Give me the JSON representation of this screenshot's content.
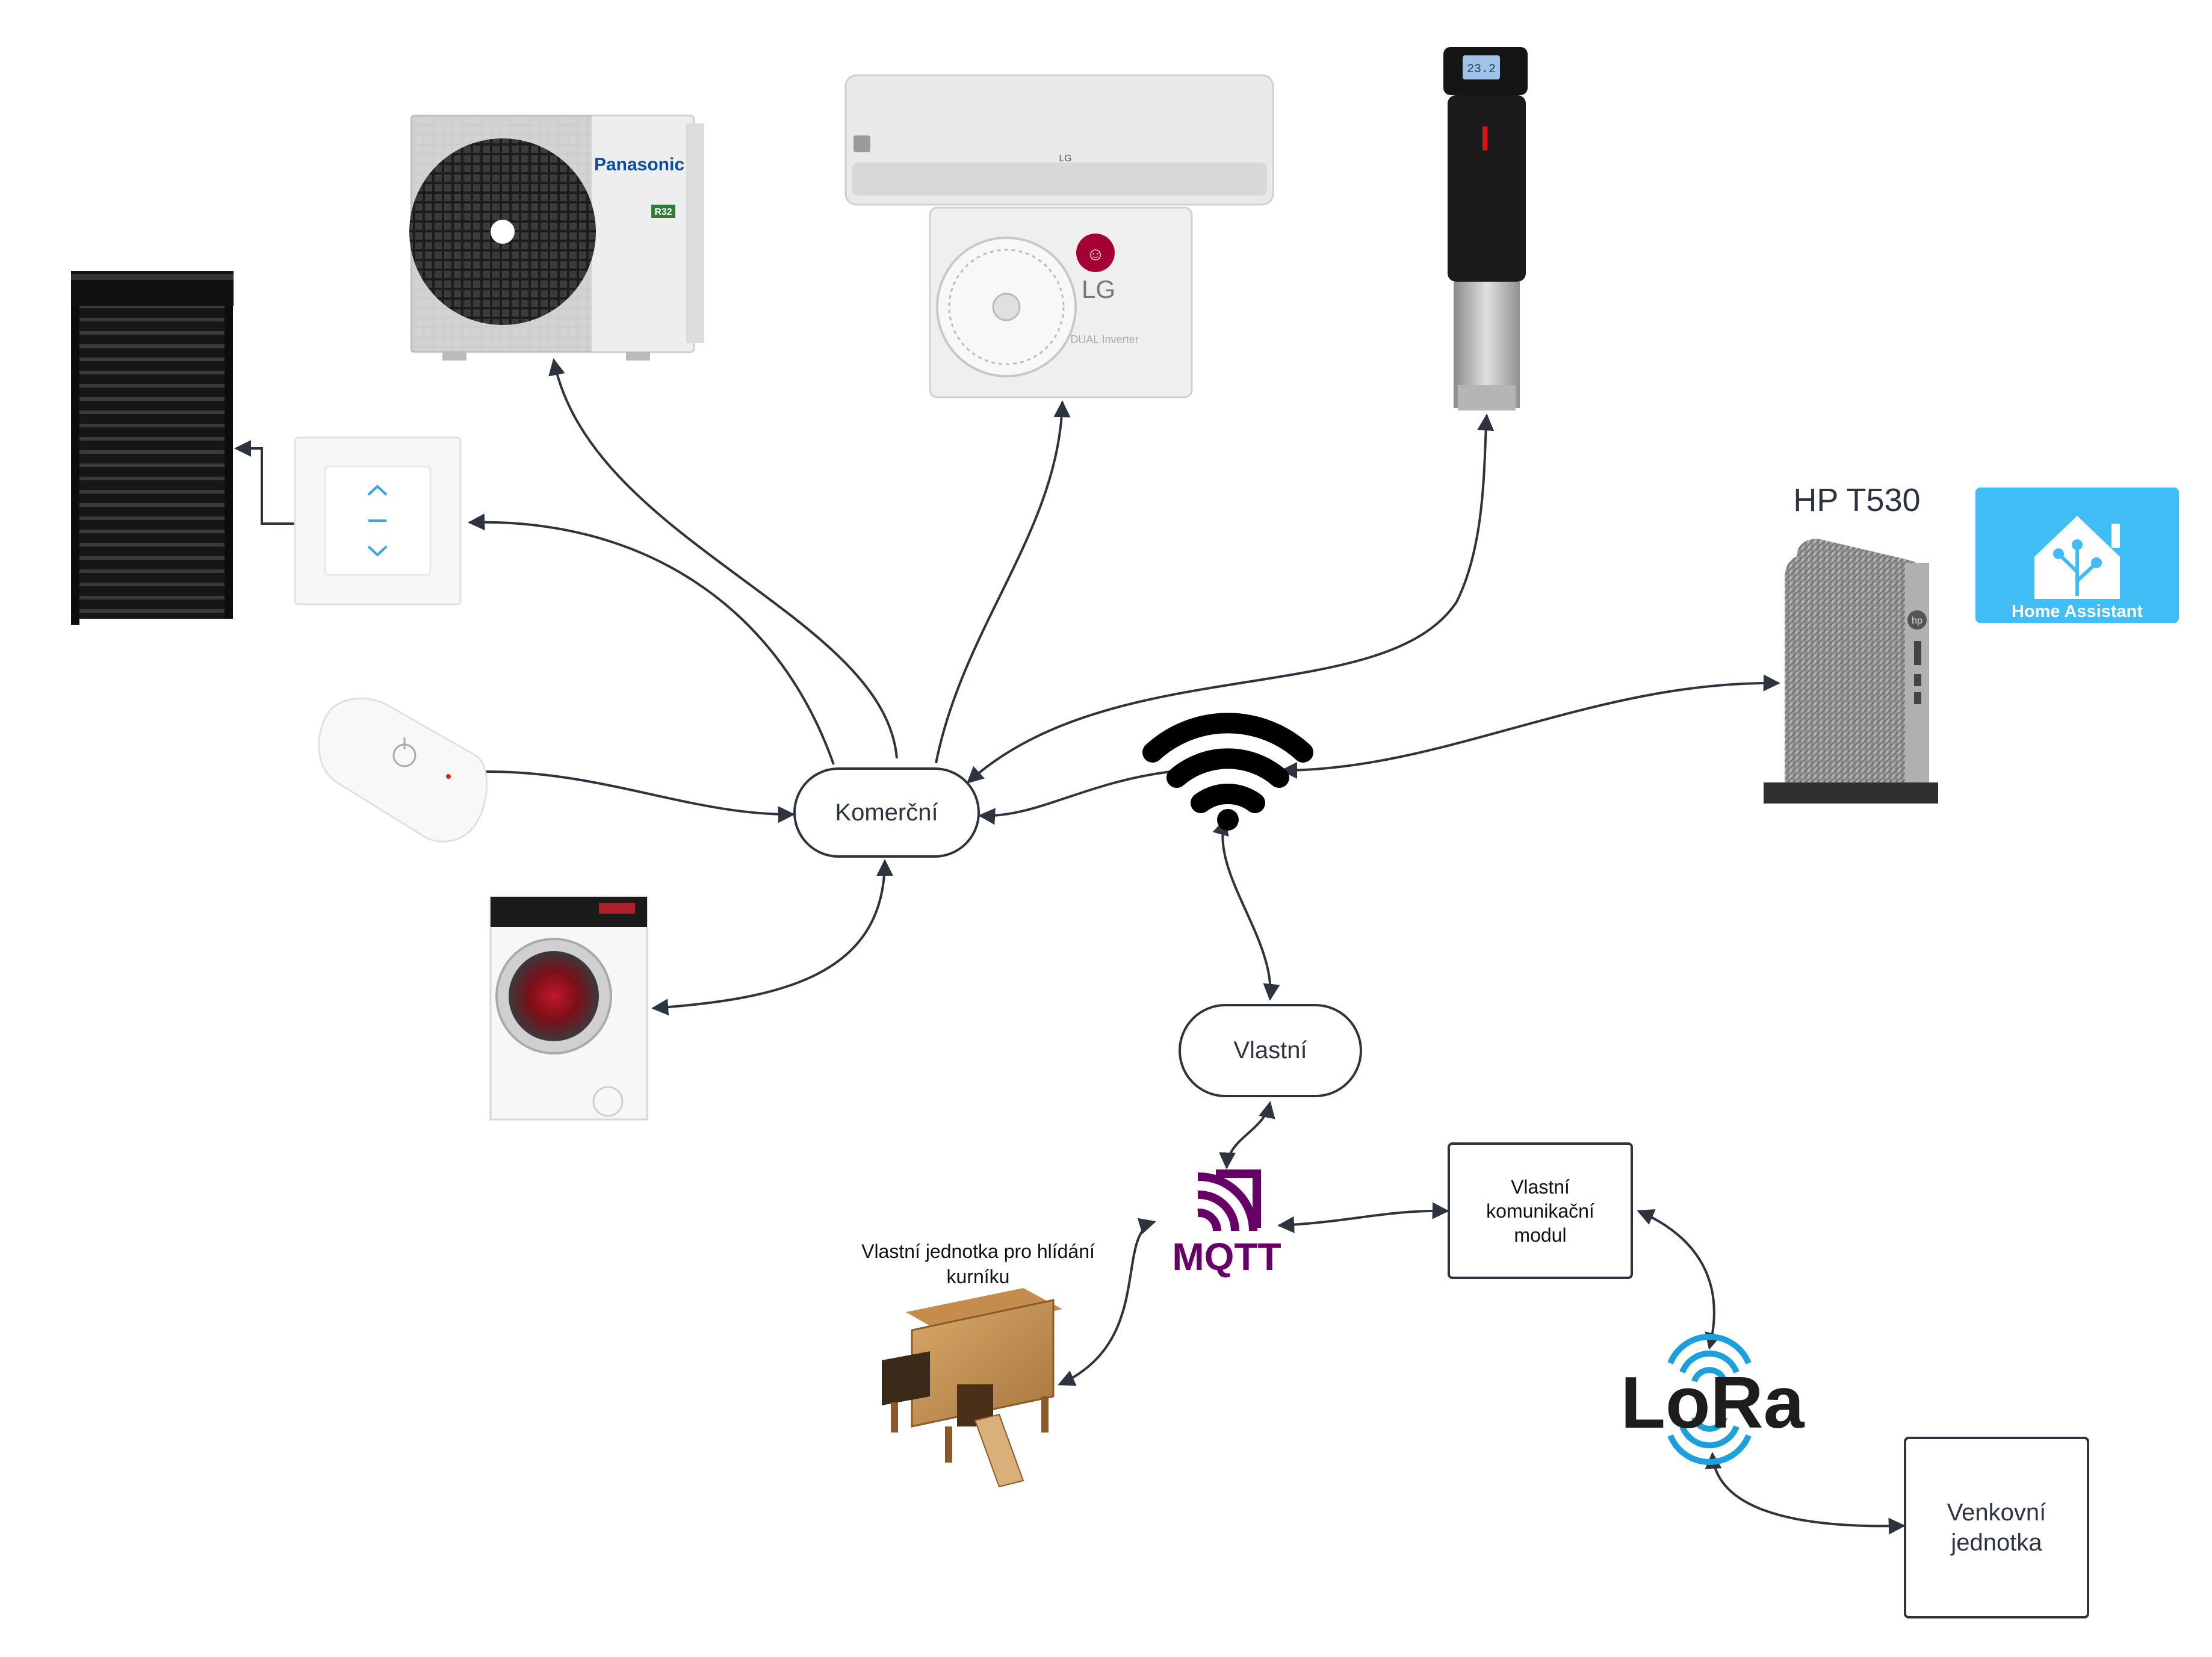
{
  "nodes": {
    "komercni": "Komerční",
    "vlastni": "Vlastní",
    "komunikacni_modul": "Vlastní komunikační modul",
    "venkovni_jednotka": "Venkovní jednotka",
    "kurnik_label": "Vlastní jednotka pro hlídání kurníku",
    "hp_label": "HP T530"
  },
  "logos": {
    "home_assistant": "Home Assistant",
    "mqtt": "MQTT",
    "lora": "LoRa",
    "panasonic": "Panasonic",
    "lg": "LG",
    "lg_dual_inverter": "DUAL Inverter",
    "r32": "R32",
    "sous_vide_display": "23.2"
  },
  "colors": {
    "line": "#2d3440",
    "home_assistant_bg": "#41bdf5",
    "mqtt_purple": "#660066",
    "lora_blue": "#1ca0dc",
    "lg_red": "#a50034",
    "panasonic_blue": "#0a4ca0"
  }
}
